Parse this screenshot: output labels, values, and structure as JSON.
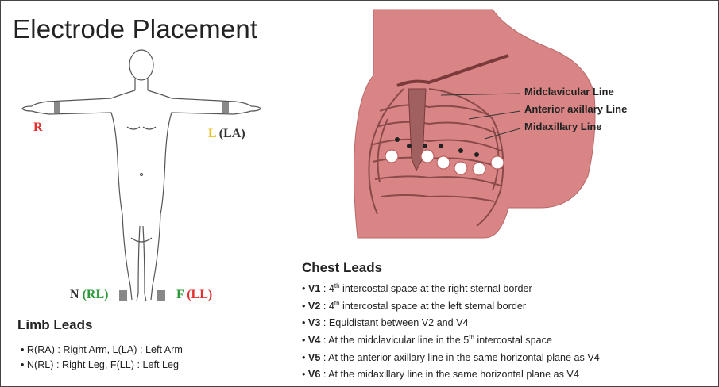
{
  "title": "Electrode Placement",
  "limb_markers": {
    "r": "R",
    "l_letter": "L",
    "l_paren": "(LA)",
    "n_letter": "N",
    "n_paren": "(RL)",
    "f_letter": "F",
    "f_paren": "(LL)"
  },
  "colors": {
    "red": "#e03030",
    "yellow": "#e8c020",
    "green": "#2a9a3a",
    "skin": "#d98585"
  },
  "limb_leads": {
    "heading": "Limb Leads",
    "items": [
      "R(RA) : Right Arm, L(LA) : Left Arm",
      "N(RL) : Right Leg, F(LL) : Left Leg"
    ]
  },
  "chest_lines": [
    "Midclavicular Line",
    "Anterior axillary Line",
    "Midaxillary Line"
  ],
  "chest_leads": {
    "heading": "Chest Leads",
    "items": [
      {
        "lead": "V1",
        "pre": " : 4",
        "sup": "th",
        "post": " intercostal space at the right sternal border"
      },
      {
        "lead": "V2",
        "pre": " : 4",
        "sup": "th",
        "post": " intercostal space at the left sternal border"
      },
      {
        "lead": "V3",
        "pre": " : Equidistant between V2 and V4",
        "sup": "",
        "post": ""
      },
      {
        "lead": "V4",
        "pre": " : At the midclavicular line in the 5",
        "sup": "th",
        "post": " intercostal space"
      },
      {
        "lead": "V5",
        "pre": " : At the anterior axillary line in the same horizontal plane as V4",
        "sup": "",
        "post": ""
      },
      {
        "lead": "V6",
        "pre": " : At the midaxillary line in the same horizontal plane as V4",
        "sup": "",
        "post": ""
      }
    ]
  }
}
